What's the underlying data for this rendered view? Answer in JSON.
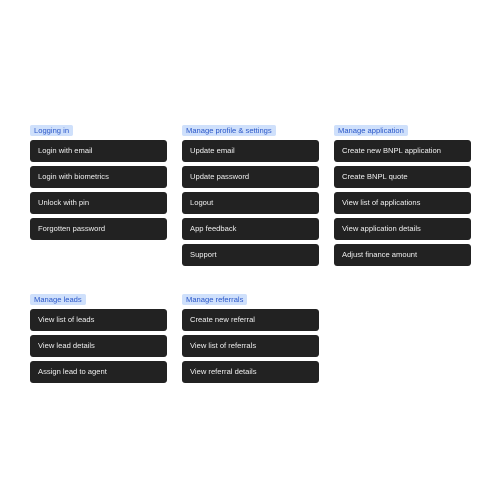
{
  "groups": [
    {
      "label": "Logging in",
      "items": [
        "Login with email",
        "Login with biometrics",
        "Unlock with pin",
        "Forgotten password"
      ]
    },
    {
      "label": "Manage profile & settings",
      "items": [
        "Update email",
        "Update password",
        "Logout",
        "App feedback",
        "Support"
      ]
    },
    {
      "label": "Manage application",
      "items": [
        "Create new BNPL application",
        "Create BNPL quote",
        "View list of applications",
        "View application details",
        "Adjust finance amount"
      ]
    },
    {
      "label": "Manage leads",
      "items": [
        "View list of leads",
        "View lead details",
        "Assign lead to agent"
      ]
    },
    {
      "label": "Manage referrals",
      "items": [
        "Create new referral",
        "View list of referrals",
        "View referral details"
      ]
    }
  ],
  "colors": {
    "label_bg": "#cfe0fb",
    "label_text": "#2a57c9",
    "button_bg": "#222222",
    "button_text": "#f0f0f0"
  }
}
